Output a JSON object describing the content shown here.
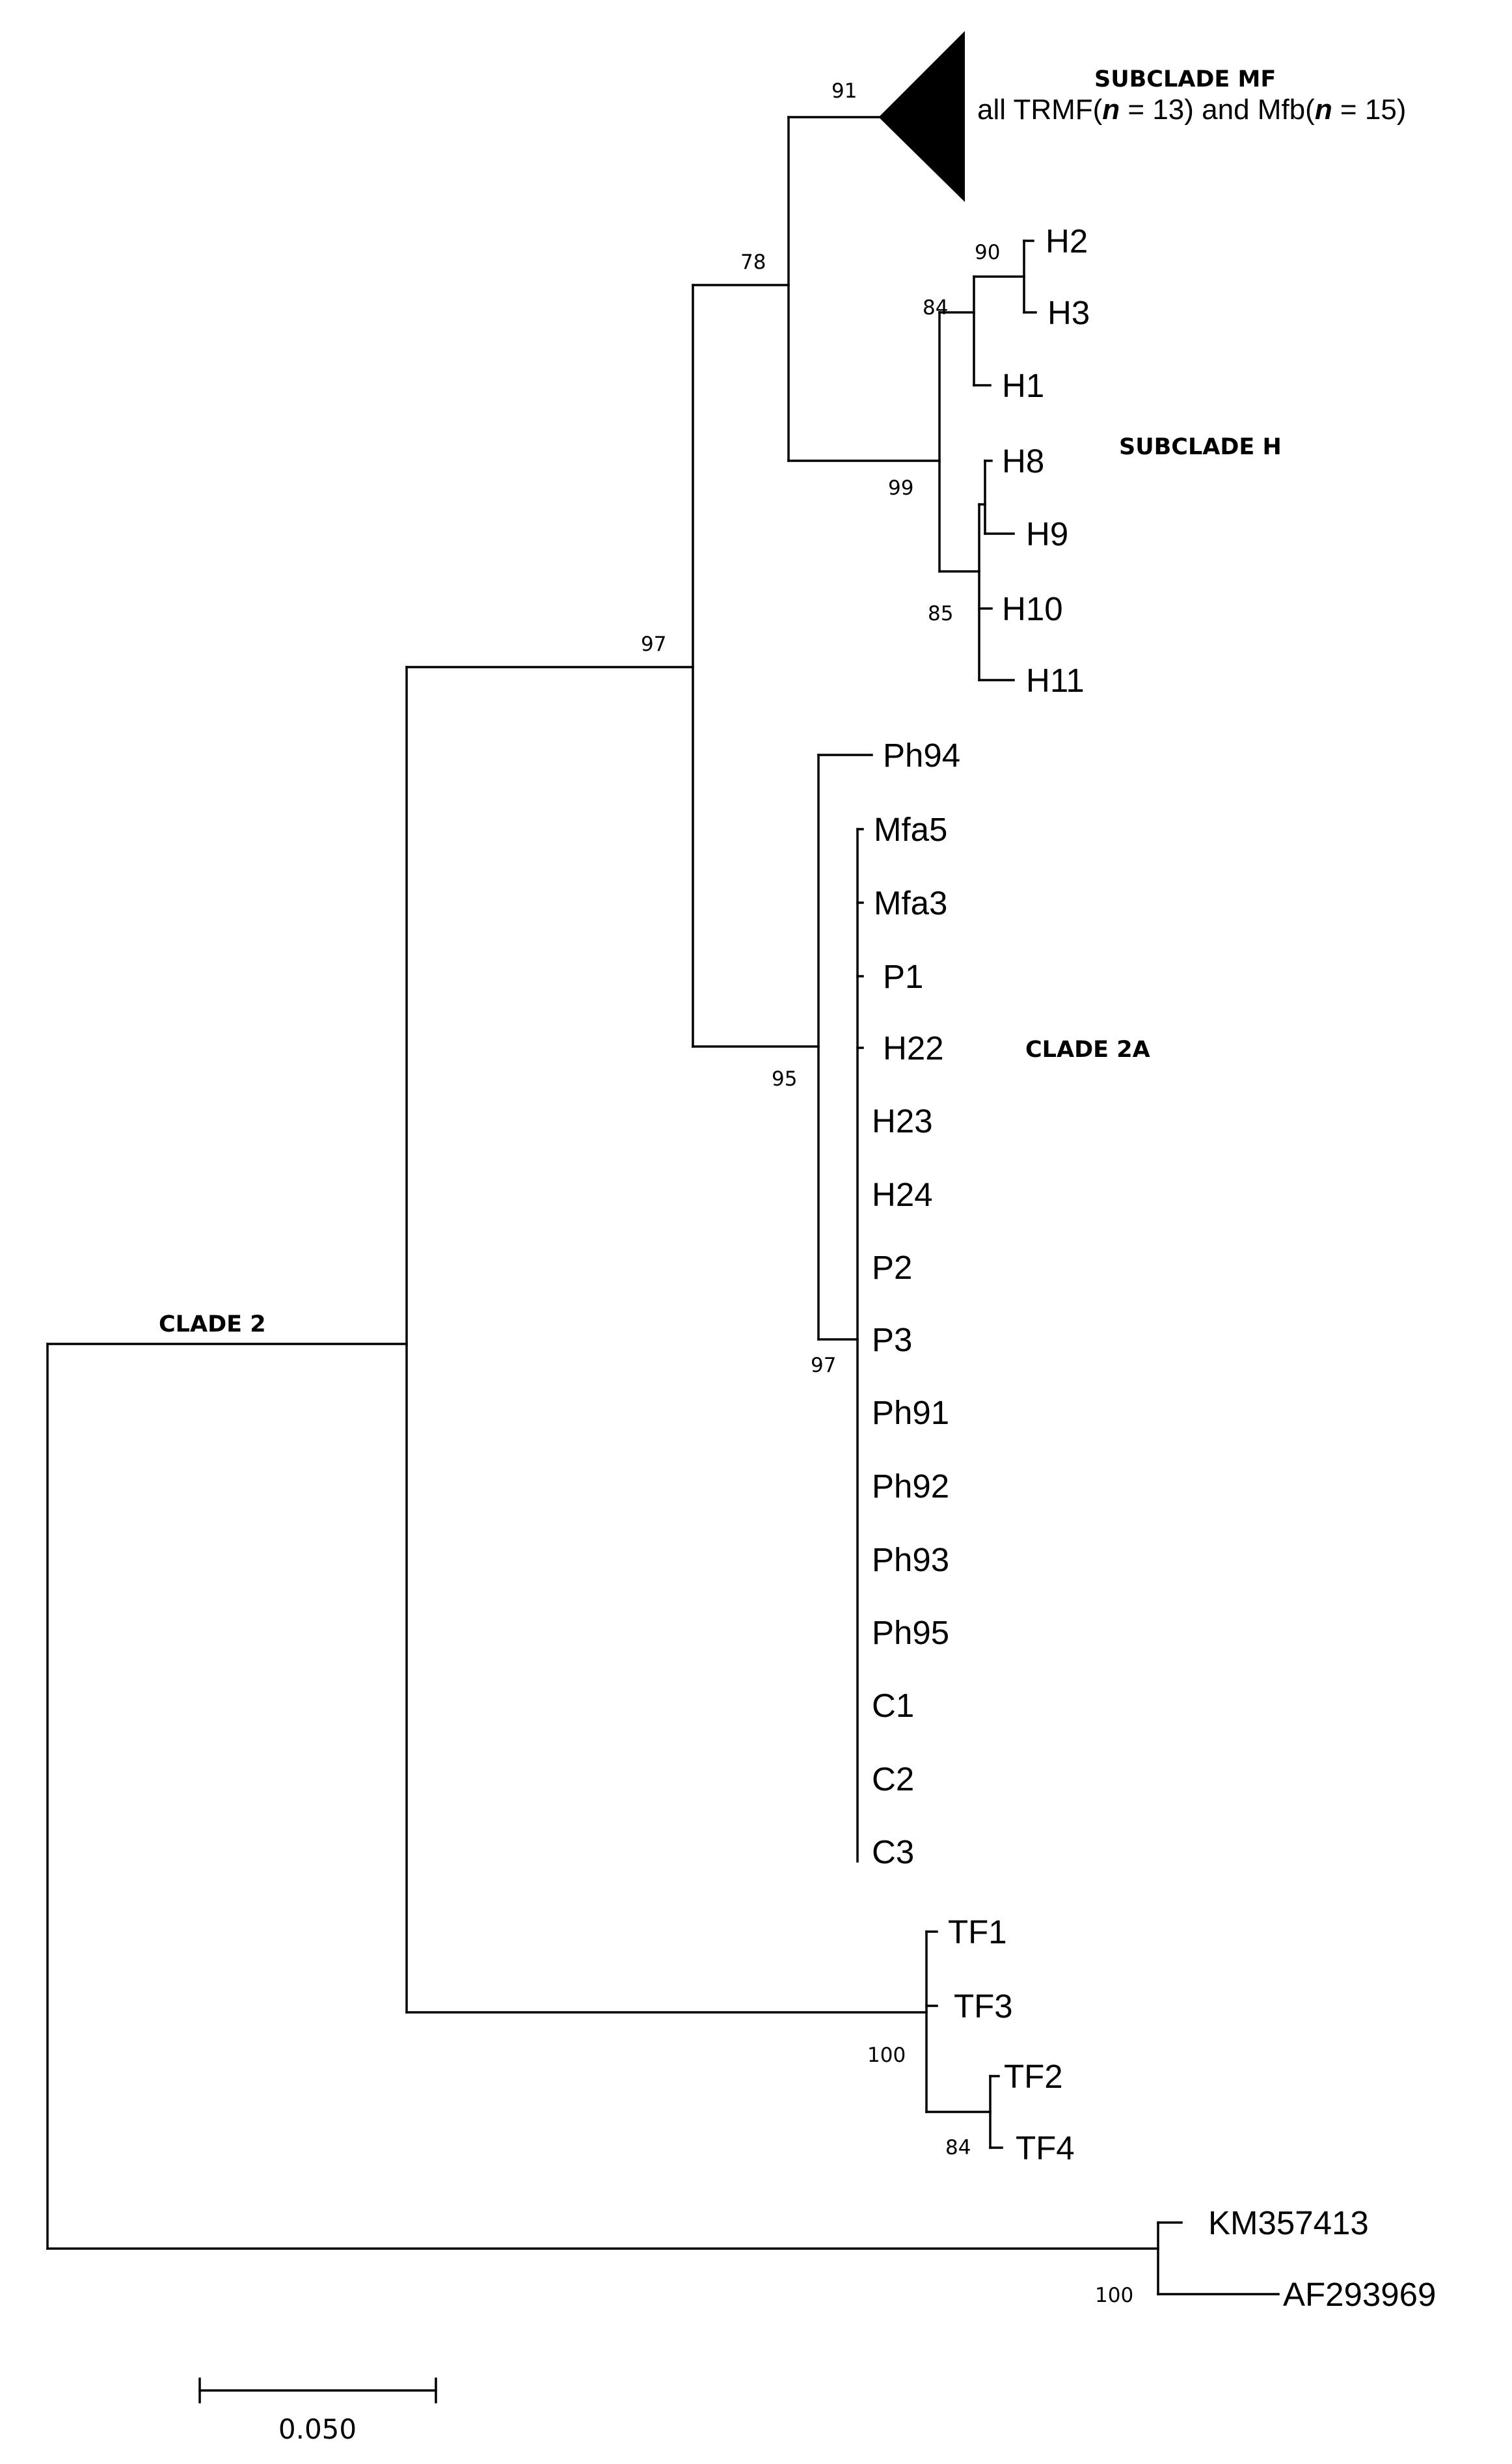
{
  "tree": {
    "subclade_mf": {
      "label": "SUBCLADE MF",
      "note_prefix": "all TRMF",
      "note_n1_open": "(",
      "note_n1_var": "n",
      "note_n1_rest": " = 13)",
      "note_mid": " and Mfb",
      "note_n2_open": "(",
      "note_n2_var": "n",
      "note_n2_rest": " = 15)"
    },
    "clade_labels": {
      "subclade_h": "SUBCLADE H",
      "clade_2a": "CLADE 2A",
      "clade_2": "CLADE 2"
    },
    "leaves": [
      "H2",
      "H3",
      "H1",
      "H8",
      "H9",
      "H10",
      "H11",
      "Ph94",
      "Mfa5",
      "Mfa3",
      "P1",
      "H22",
      "H23",
      "H24",
      "P2",
      "P3",
      "Ph91",
      "Ph92",
      "Ph93",
      "Ph95",
      "C1",
      "C2",
      "C3",
      "TF1",
      "TF3",
      "TF2",
      "TF4",
      "KM357413",
      "AF293969"
    ],
    "bootstrap": [
      "91",
      "78",
      "90",
      "84",
      "99",
      "85",
      "97",
      "95",
      "97",
      "100",
      "84",
      "100"
    ],
    "scale_bar": {
      "label": "0.050"
    }
  }
}
